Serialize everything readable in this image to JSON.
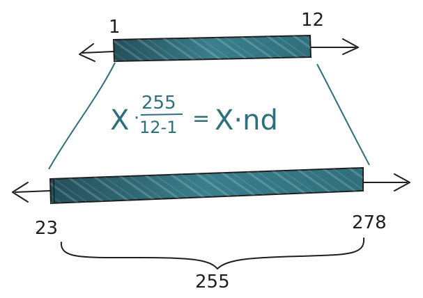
{
  "top_bar": {
    "start_label": "1",
    "end_label": "12"
  },
  "bottom_bar": {
    "start_label": "23",
    "end_label": "278",
    "span_label": "255"
  },
  "formula": {
    "lhs_var": "X",
    "numerator": "255",
    "denominator": "12-1",
    "equals": "=",
    "rhs": "X·nd"
  },
  "colors": {
    "bar_fill": "#2f6f7c",
    "bar_dark": "#234f5a",
    "ink": "#1e1e1e",
    "teal_ink": "#2e6f7c"
  }
}
